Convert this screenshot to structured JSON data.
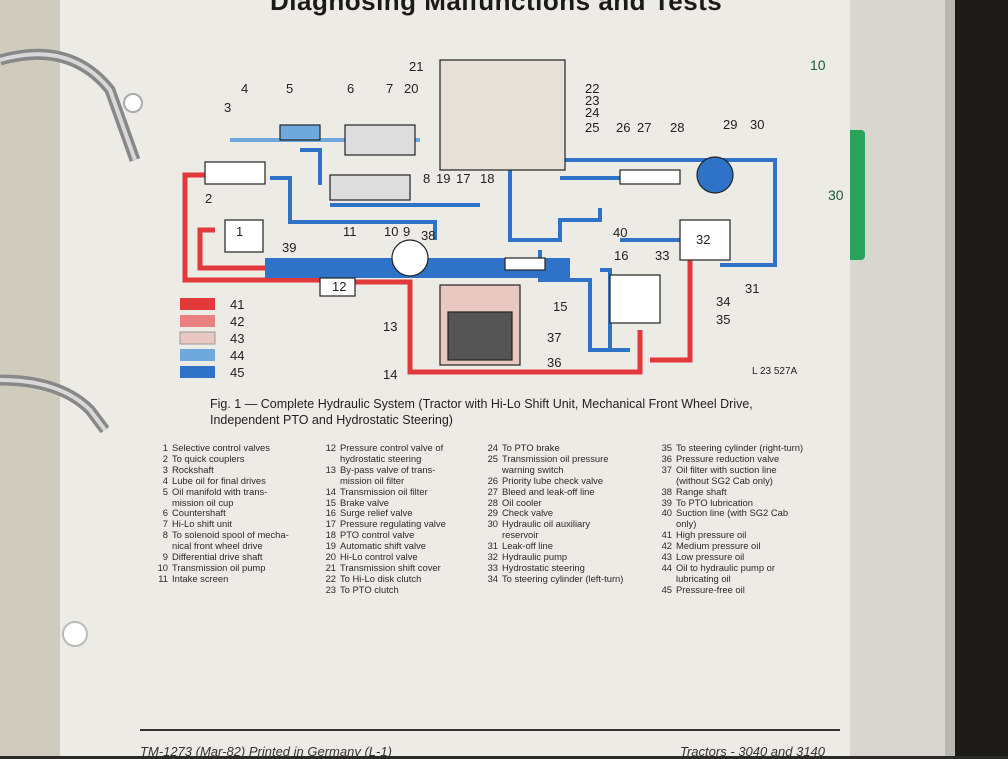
{
  "page_title": "Diagnosing Malfunctions and Tests",
  "figure_code": "L 23 527A",
  "caption_prefix": "Fig. 1 — ",
  "caption": "Complete Hydraulic System (Tractor with Hi-Lo Shift Unit, Mechanical Front Wheel Drive, Independent PTO and Hydrostatic Steering)",
  "diagram_labels": [
    "1",
    "2",
    "3",
    "4",
    "5",
    "6",
    "7",
    "8",
    "9",
    "10",
    "11",
    "12",
    "13",
    "14",
    "15",
    "16",
    "17",
    "18",
    "19",
    "20",
    "21",
    "22",
    "23",
    "24",
    "25",
    "26",
    "27",
    "28",
    "29",
    "30",
    "31",
    "32",
    "33",
    "34",
    "35",
    "36",
    "37",
    "38",
    "39",
    "40"
  ],
  "swatch_labels": [
    "41",
    "42",
    "43",
    "44",
    "45"
  ],
  "swatch_colors": [
    "#e23a3a",
    "#ea8080",
    "#e8c8c0",
    "#6fa8dc",
    "#2e73c8"
  ],
  "legend_columns": [
    [
      {
        "n": "1",
        "t": "Selective control valves"
      },
      {
        "n": "2",
        "t": "To quick couplers"
      },
      {
        "n": "3",
        "t": "Rockshaft"
      },
      {
        "n": "4",
        "t": "Lube oil for final drives"
      },
      {
        "n": "5",
        "t": "Oil manifold with trans-"
      },
      {
        "n": "",
        "t": "mission oil cup"
      },
      {
        "n": "6",
        "t": "Countershaft"
      },
      {
        "n": "7",
        "t": "Hi-Lo shift unit"
      },
      {
        "n": "8",
        "t": "To solenoid spool of mecha-"
      },
      {
        "n": "",
        "t": "nical front wheel drive"
      },
      {
        "n": "9",
        "t": "Differential drive shaft"
      },
      {
        "n": "10",
        "t": "Transmission oil pump"
      },
      {
        "n": "11",
        "t": "Intake screen"
      }
    ],
    [
      {
        "n": "12",
        "t": "Pressure control valve of"
      },
      {
        "n": "",
        "t": "hydrostatic steering"
      },
      {
        "n": "13",
        "t": "By-pass valve of trans-"
      },
      {
        "n": "",
        "t": "mission oil filter"
      },
      {
        "n": "14",
        "t": "Transmission oil filter"
      },
      {
        "n": "15",
        "t": "Brake valve"
      },
      {
        "n": "16",
        "t": "Surge relief valve"
      },
      {
        "n": "17",
        "t": "Pressure regulating valve"
      },
      {
        "n": "18",
        "t": "PTO control valve"
      },
      {
        "n": "19",
        "t": "Automatic shift valve"
      },
      {
        "n": "20",
        "t": "Hi-Lo control valve"
      },
      {
        "n": "21",
        "t": "Transmission shift cover"
      },
      {
        "n": "22",
        "t": "To Hi-Lo disk clutch"
      },
      {
        "n": "23",
        "t": "To PTO clutch"
      }
    ],
    [
      {
        "n": "24",
        "t": "To PTO brake"
      },
      {
        "n": "25",
        "t": "Transmission oil pressure"
      },
      {
        "n": "",
        "t": "warning switch"
      },
      {
        "n": "26",
        "t": "Priority lube check valve"
      },
      {
        "n": "27",
        "t": "Bleed and leak-off line"
      },
      {
        "n": "28",
        "t": "Oil cooler"
      },
      {
        "n": "29",
        "t": "Check valve"
      },
      {
        "n": "30",
        "t": "Hydraulic oil auxiliary"
      },
      {
        "n": "",
        "t": "reservoir"
      },
      {
        "n": "31",
        "t": "Leak-off line"
      },
      {
        "n": "32",
        "t": "Hydraulic pump"
      },
      {
        "n": "33",
        "t": "Hydrostatic steering"
      },
      {
        "n": "34",
        "t": "To steering cylinder (left-turn)"
      }
    ],
    [
      {
        "n": "35",
        "t": "To steering cylinder (right-turn)"
      },
      {
        "n": "36",
        "t": "Pressure reduction valve"
      },
      {
        "n": "37",
        "t": "Oil filter with suction line"
      },
      {
        "n": "",
        "t": "(without SG2 Cab only)"
      },
      {
        "n": "38",
        "t": "Range shaft"
      },
      {
        "n": "39",
        "t": "To PTO lubrication"
      },
      {
        "n": "40",
        "t": "Suction line (with SG2 Cab"
      },
      {
        "n": "",
        "t": "only)"
      },
      {
        "n": "41",
        "t": "High pressure oil"
      },
      {
        "n": "42",
        "t": "Medium pressure oil"
      },
      {
        "n": "43",
        "t": "Low pressure oil"
      },
      {
        "n": "44",
        "t": "Oil to hydraulic pump or"
      },
      {
        "n": "",
        "t": "lubricating oil"
      },
      {
        "n": "45",
        "t": "Pressure-free oil"
      }
    ]
  ],
  "footer_left": "TM-1273 (Mar-82) Printed in Germany (L-1)",
  "footer_right": "Tractors - 3040 and 3140",
  "tab_labels": [
    "10",
    "30"
  ]
}
